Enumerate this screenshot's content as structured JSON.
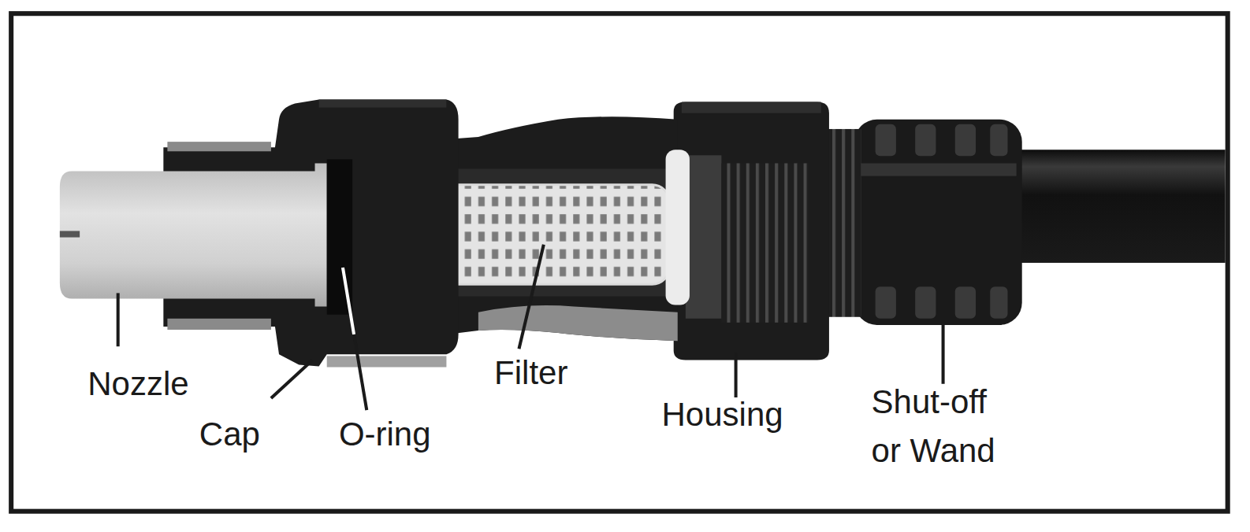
{
  "diagram": {
    "labels": [
      "Nozzle",
      "Cap",
      "O-ring",
      "Filter",
      "Housing",
      "Shut-off or Wand"
    ]
  }
}
